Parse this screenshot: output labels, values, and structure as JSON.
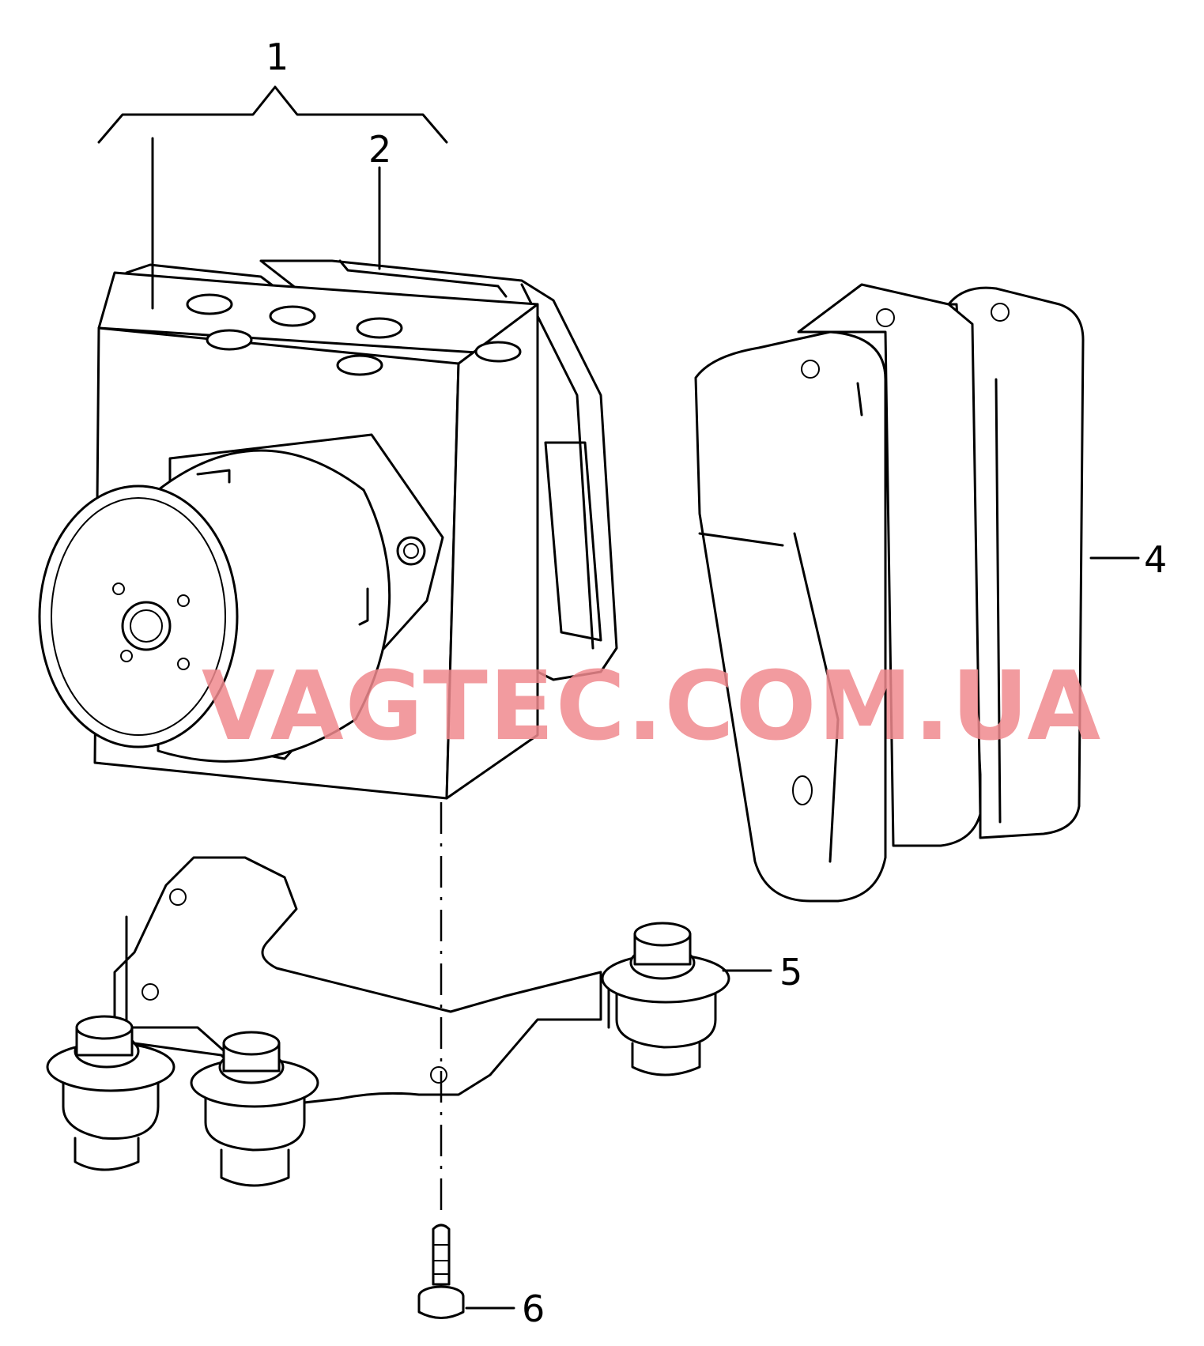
{
  "callouts": [
    {
      "id": "1",
      "label": "1"
    },
    {
      "id": "2",
      "label": "2"
    },
    {
      "id": "4",
      "label": "4"
    },
    {
      "id": "5",
      "label": "5"
    },
    {
      "id": "6",
      "label": "6"
    }
  ],
  "watermark": "VAGTEC.COM.UA",
  "colors": {
    "line": "#000000",
    "background": "#ffffff",
    "watermark": "#f08a8e"
  }
}
